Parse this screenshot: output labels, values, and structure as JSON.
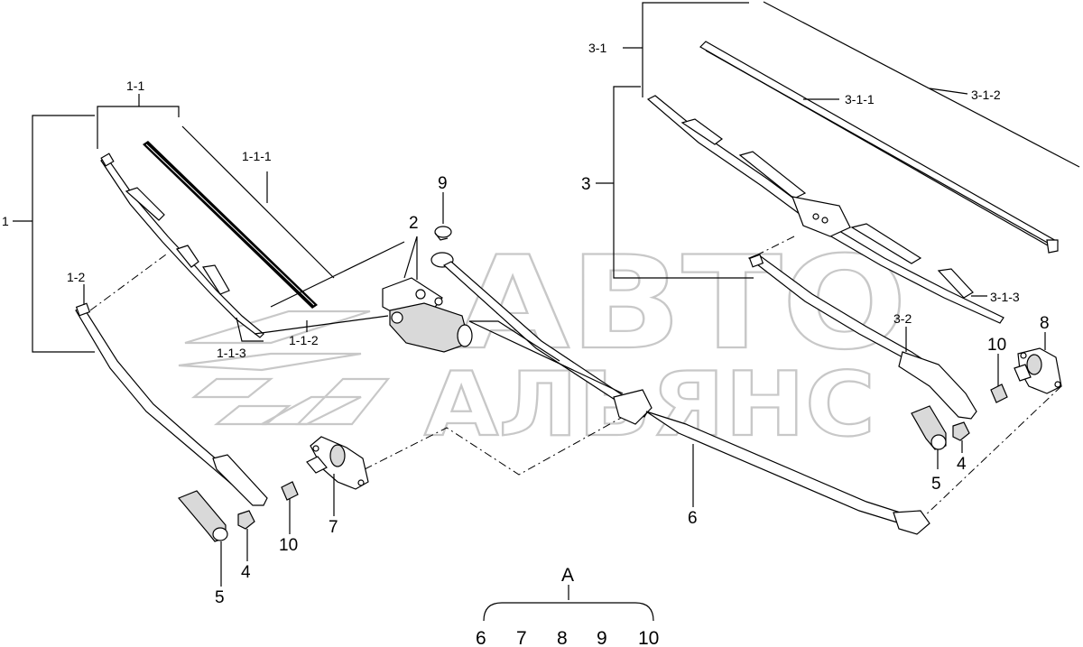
{
  "watermark": {
    "line1": "АВТО",
    "line2": "АЛЬЯНС",
    "logo_icon": "avtoalyans-logo-icon"
  },
  "labels": {
    "l1": "1",
    "l1_1": "1-1",
    "l1_1_1": "1-1-1",
    "l1_1_2": "1-1-2",
    "l1_1_3": "1-1-3",
    "l1_2": "1-2",
    "l2": "2",
    "l3": "3",
    "l3_1": "3-1",
    "l3_1_1": "3-1-1",
    "l3_1_2": "3-1-2",
    "l3_1_3": "3-1-3",
    "l3_2": "3-2",
    "l4_left": "4",
    "l4_right": "4",
    "l5_left": "5",
    "l5_right": "5",
    "l6": "6",
    "l7": "7",
    "l8": "8",
    "l9": "9",
    "l10_left": "10",
    "l10_right": "10"
  },
  "group_a": {
    "title": "A",
    "items": [
      "6",
      "7",
      "8",
      "9",
      "10"
    ]
  }
}
